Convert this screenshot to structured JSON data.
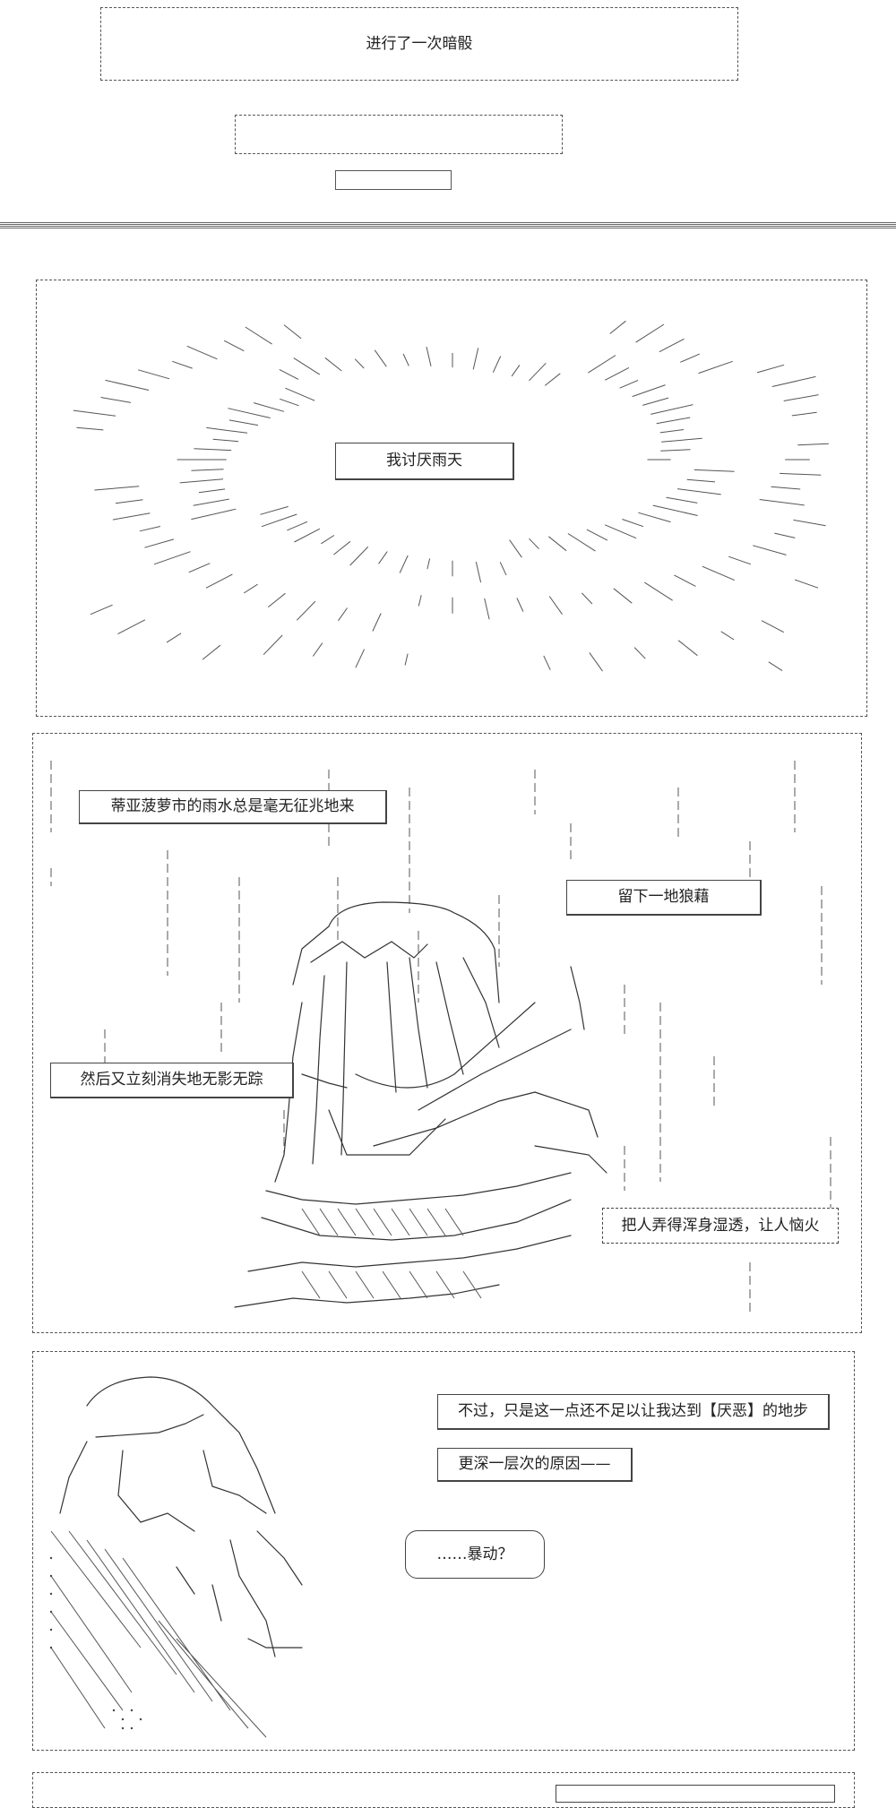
{
  "header": {
    "title": "进行了一次暗骰"
  },
  "panel1": {
    "caption": "我讨厌雨天"
  },
  "panel2": {
    "caption_1": "蒂亚菠萝市的雨水总是毫无征兆地来",
    "caption_2": "留下一地狼藉",
    "caption_3": "然后又立刻消失地无影无踪",
    "caption_4": "把人弄得浑身湿透，让人恼火"
  },
  "panel3": {
    "caption_1": "不过，只是这一点还不足以让我达到【厌恶】的地步",
    "caption_2": "更深一层次的原因——",
    "speech": "……暴动？"
  },
  "colors": {
    "ink": "#333333",
    "background": "#ffffff"
  }
}
